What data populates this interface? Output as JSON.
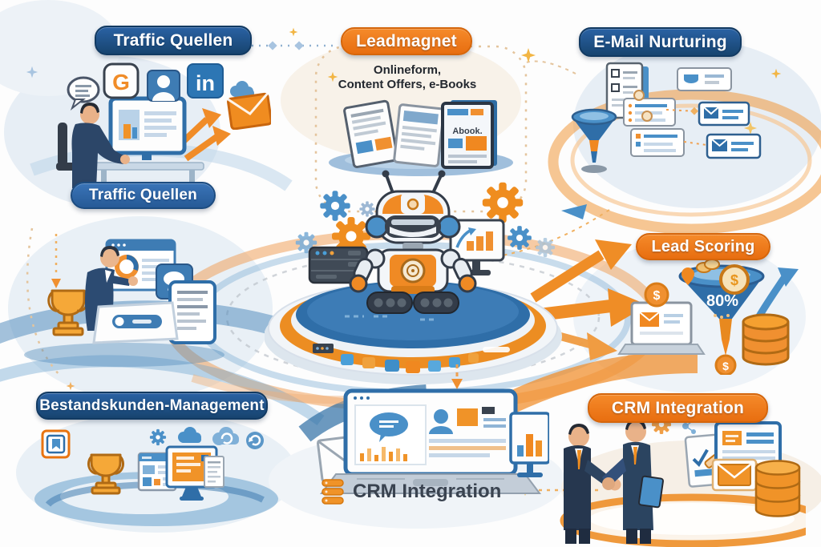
{
  "title": "Marketing Automation Funnel Infographic",
  "colors": {
    "navy_pill": "#1c4c84",
    "navy_pill_light": "#2b5fa3",
    "orange_pill": "#f07818",
    "orange_accent": "#ef8d26",
    "blue_accent": "#3f7cb0",
    "caption_text": "#3a4350",
    "subtitle_text": "#23282f"
  },
  "sections": {
    "traffic_sources_top": {
      "label": "Traffic Quellen"
    },
    "traffic_sources_mid": {
      "label": "Traffic Quellen"
    },
    "leadmagnet": {
      "label": "Leadmagnet",
      "subtitle_line1": "Onlineform,",
      "subtitle_line2": "Content Offers, e-Books",
      "ebook_cover_text": "Abook."
    },
    "email_nurturing": {
      "label": "E-Mail Nurturing"
    },
    "lead_scoring": {
      "label": "Lead Scoring",
      "funnel_value": "80%"
    },
    "bestandskunden_management": {
      "label": "Bestandskunden-Management"
    },
    "crm_integration_center": {
      "caption": "CRM Integration"
    },
    "crm_integration_right": {
      "label": "CRM Integration"
    }
  },
  "icons": {
    "google": "G",
    "linkedin": "in",
    "dollar": "$"
  }
}
